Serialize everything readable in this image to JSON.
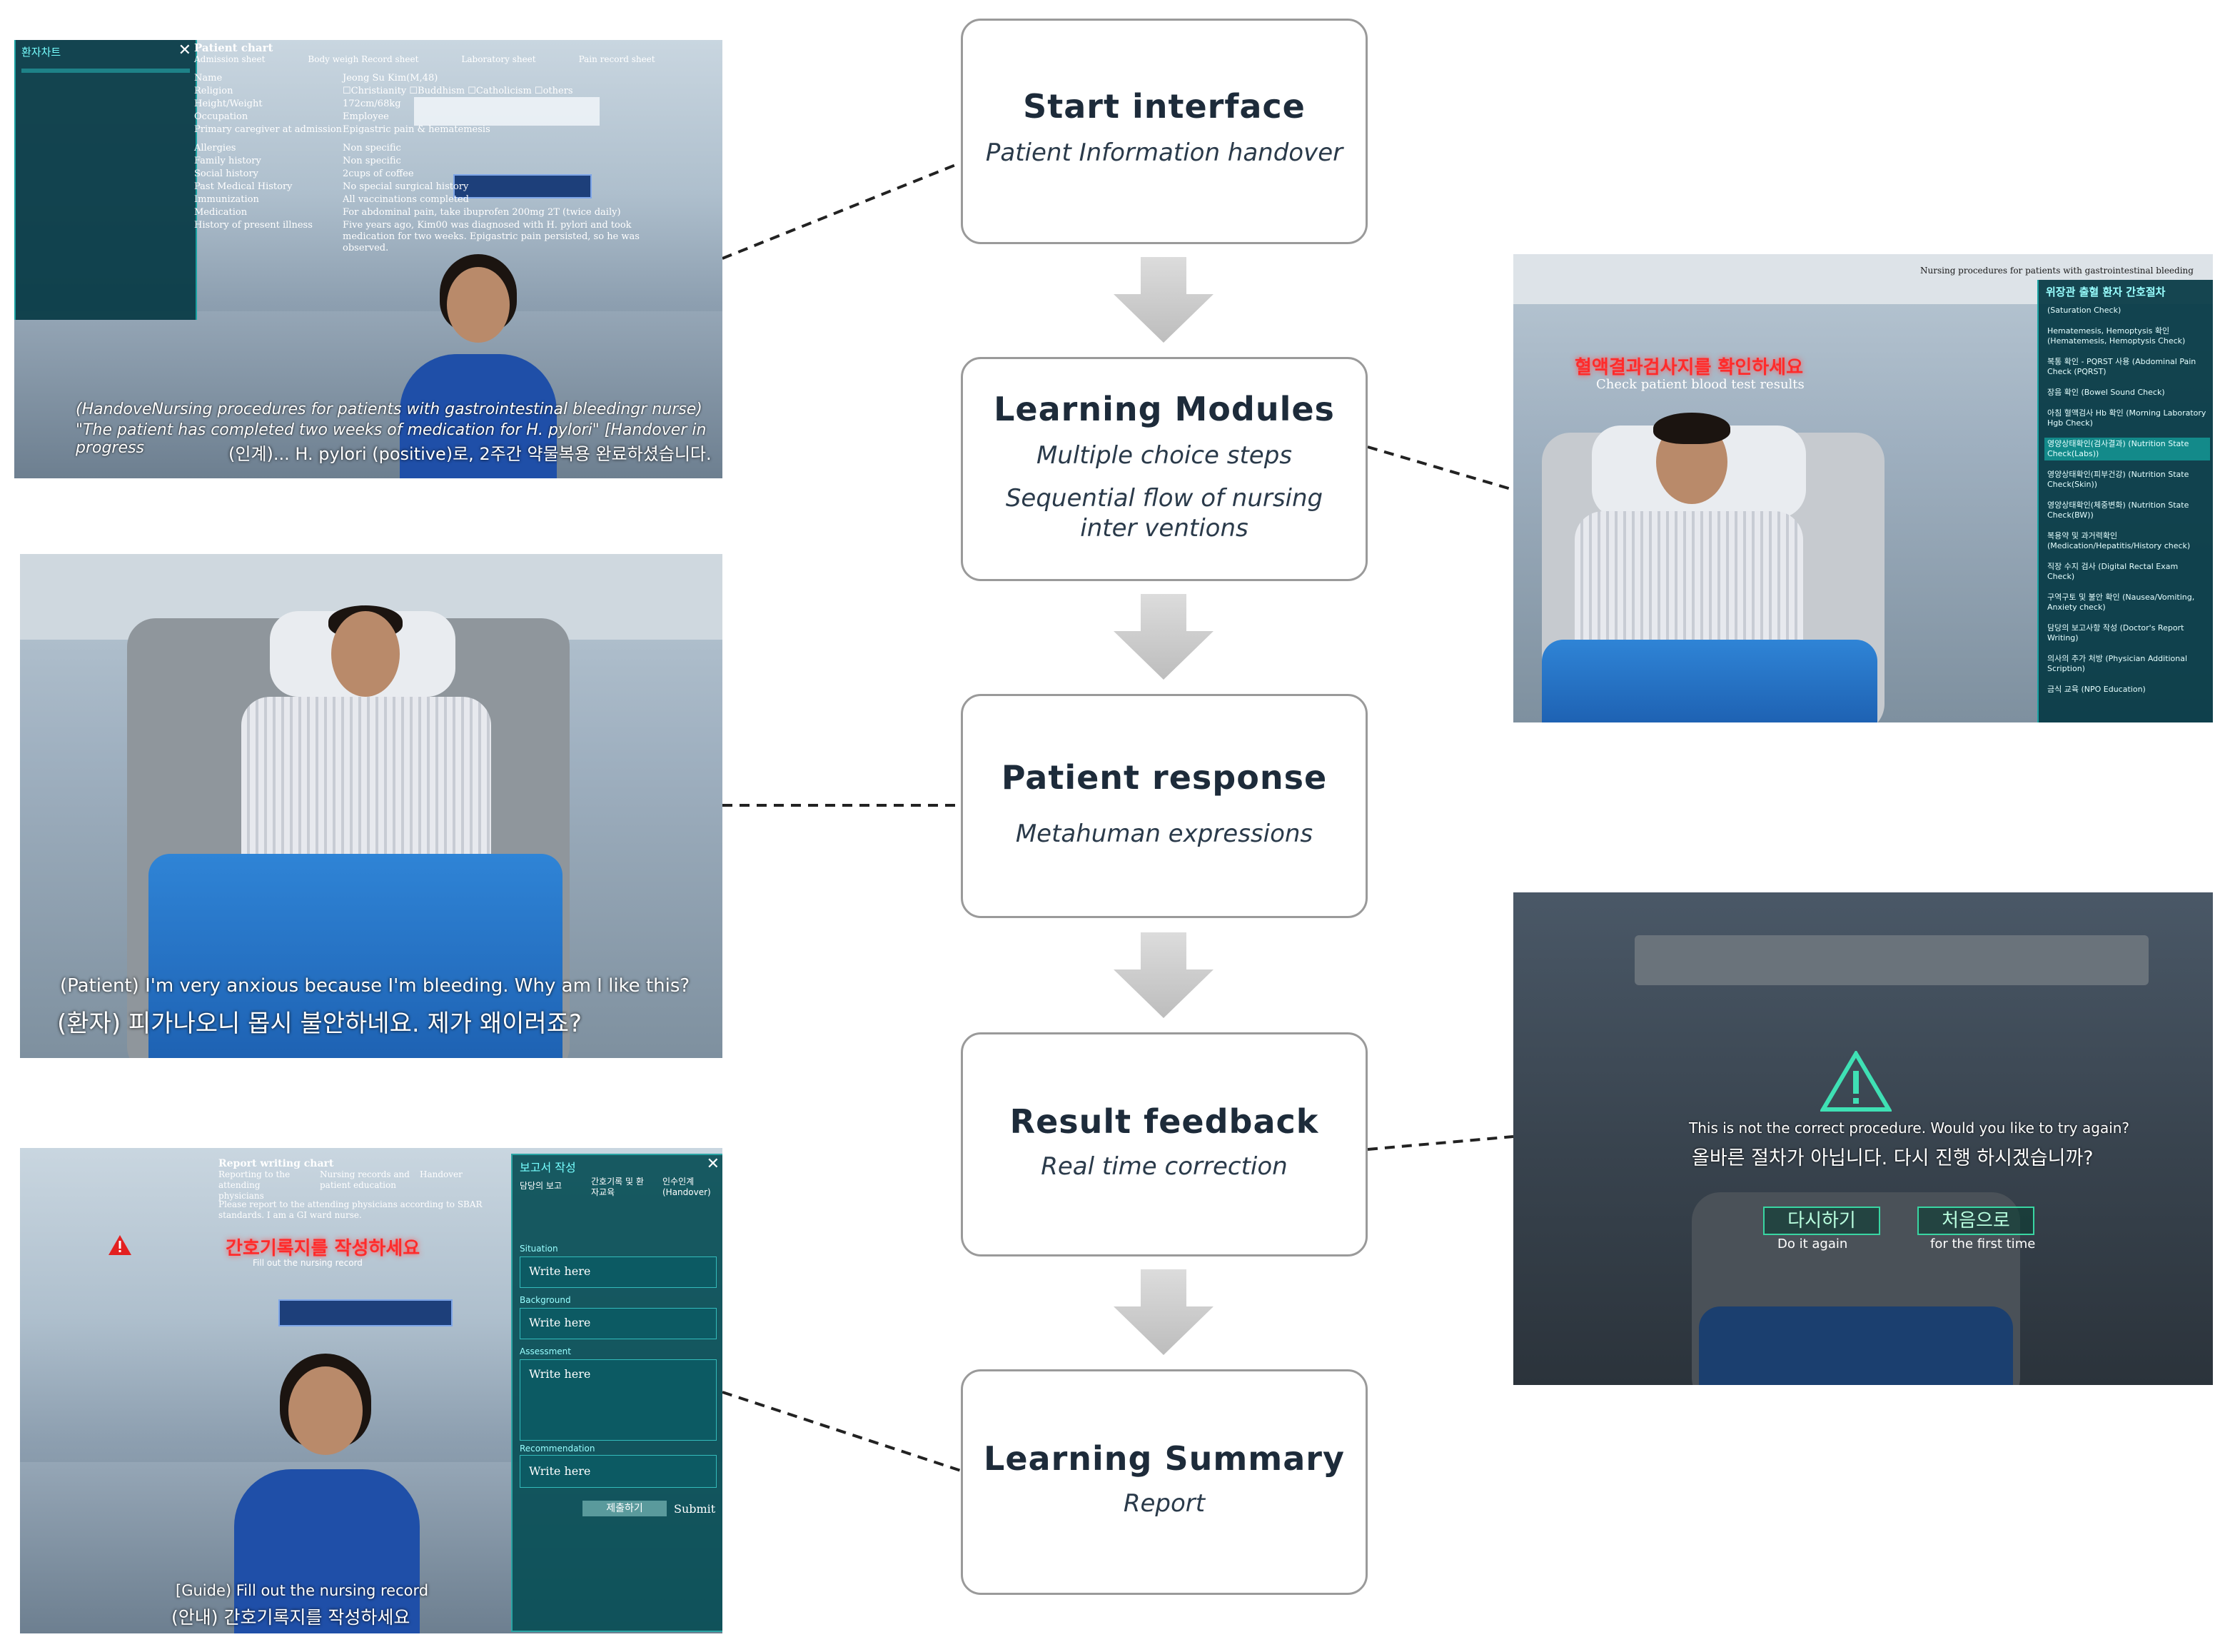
{
  "flow": [
    {
      "title": "Start interface",
      "subs": [
        "Patient Information handover"
      ]
    },
    {
      "title": "Learning Modules",
      "subs": [
        "Multiple choice steps",
        "Sequential flow of nursing inter ventions"
      ]
    },
    {
      "title": "Patient response",
      "subs": [
        "Metahuman expressions"
      ]
    },
    {
      "title": "Result feedback",
      "subs": [
        "Real time correction"
      ]
    },
    {
      "title": "Learning Summary",
      "subs": [
        "Report"
      ]
    }
  ],
  "screen1": {
    "panel_title": "환자차트",
    "chart_title": "Patient chart",
    "tabs": [
      "Admission sheet",
      "Body weigh Record sheet",
      "Laboratory sheet",
      "Pain record sheet"
    ],
    "rows": [
      [
        "Name",
        "Jeong Su Kim(M,48)"
      ],
      [
        "Religion",
        "☐Christianity  ☐Buddhism  ☐Catholicism ☐others"
      ],
      [
        "Height/Weight",
        "172cm/68kg"
      ],
      [
        "Occupation",
        "Employee"
      ],
      [
        "Primary caregiver at admission",
        "Epigastric pain & hematemesis"
      ],
      [
        "Allergies",
        "Non specific"
      ],
      [
        "Family history",
        "Non specific"
      ],
      [
        "Social history",
        "2cups of coffee"
      ],
      [
        "Past Medical History",
        "No special surgical history"
      ],
      [
        "Immunization",
        "All vaccinations completed"
      ],
      [
        "Medication",
        "For abdominal pain, take ibuprofen 200mg 2T (twice daily)"
      ],
      [
        "History of present illness",
        "Five years ago, Kim00 was diagnosed with H. pylori and took medication for two weeks. Epigastric pain persisted, so he was observed."
      ]
    ],
    "caption1": "(HandoveNursing procedures for patients with gastrointestinal bleedingr nurse)",
    "caption2": "\"The patient has completed two weeks of medication for H. pylori\" [Handover in progress",
    "caption3": "(인계)... H. pylori (positive)로, 2주간 약물복용 완료하셨습니다."
  },
  "screen2": {
    "header": "Nursing procedures for patients with gastrointestinal bleeding",
    "sidebar_title": "위장관 출혈 환자 간호절차",
    "alert_kr": "혈액결과검사지를 확인하세요",
    "alert_en": "Check patient blood test results",
    "steps": [
      "(Saturation Check)",
      "Hematemesis, Hemoptysis 확인 (Hematemesis, Hemoptysis Check)",
      "복통 확인 - PQRST 사용 (Abdominal Pain Check (PQRST)",
      "장음 확인 (Bowel Sound Check)",
      "아침 혈액검사 Hb 확인 (Morning Laboratory Hgb Check)",
      "영양상태확인(검사결과) (Nutrition State Check(Labs))",
      "영양상태확인(피부건강) (Nutrition State Check(Skin))",
      "영양상태확인(체중변화) (Nutrition State Check(BW))",
      "복용약 및 과거력확인 (Medication/Hepatitis/History check)",
      "직장 수지 검사 (Digital Rectal Exam Check)",
      "구역구토 및 불안 확인 (Nausea/Vomiting, Anxiety check)",
      "담당의 보고사항 작성 (Doctor's Report Writing)",
      "의사의 추가 처방 (Physician Additional Scription)",
      "금식 교육 (NPO Education)"
    ]
  },
  "screen3": {
    "caption_en": "(Patient) I'm very anxious because I'm bleeding. Why am I like this?",
    "caption_kr": "(환자) 피가나오니 몹시 불안하네요. 제가 왜이러죠?"
  },
  "screen4": {
    "msg_en": "This is not the correct procedure. Would you like to try again?",
    "msg_kr": "올바른 절차가 아닙니다. 다시 진행 하시겠습니까?",
    "btn1_kr": "다시하기",
    "btn1_en": "Do it again",
    "btn2_kr": "처음으로",
    "btn2_en": "for the first time"
  },
  "screen5": {
    "chart_title": "Report writing chart",
    "tabs": [
      "Reporting to the attending physicians",
      "Nursing records and patient education",
      "Handover"
    ],
    "instruction": "Please report to the attending physicians according to SBAR standards. I am a GI ward nurse.",
    "alert_kr": "간호기록지를 작성하세요",
    "alert_en": "Fill out the nursing record",
    "panel_title": "보고서 작성",
    "panel_tabs": [
      "담당의 보고",
      "간호기록 및 환자교육",
      "인수인계 (Handover)"
    ],
    "sections": [
      "Situation",
      "Background",
      "Assessment",
      "Recommendation"
    ],
    "write_here": "Write here",
    "submit_kr": "제출하기",
    "submit": "Submit",
    "caption_en": "[Guide) Fill out the nursing record",
    "caption_kr": "(안내) 간호기록지를 작성하세요"
  }
}
